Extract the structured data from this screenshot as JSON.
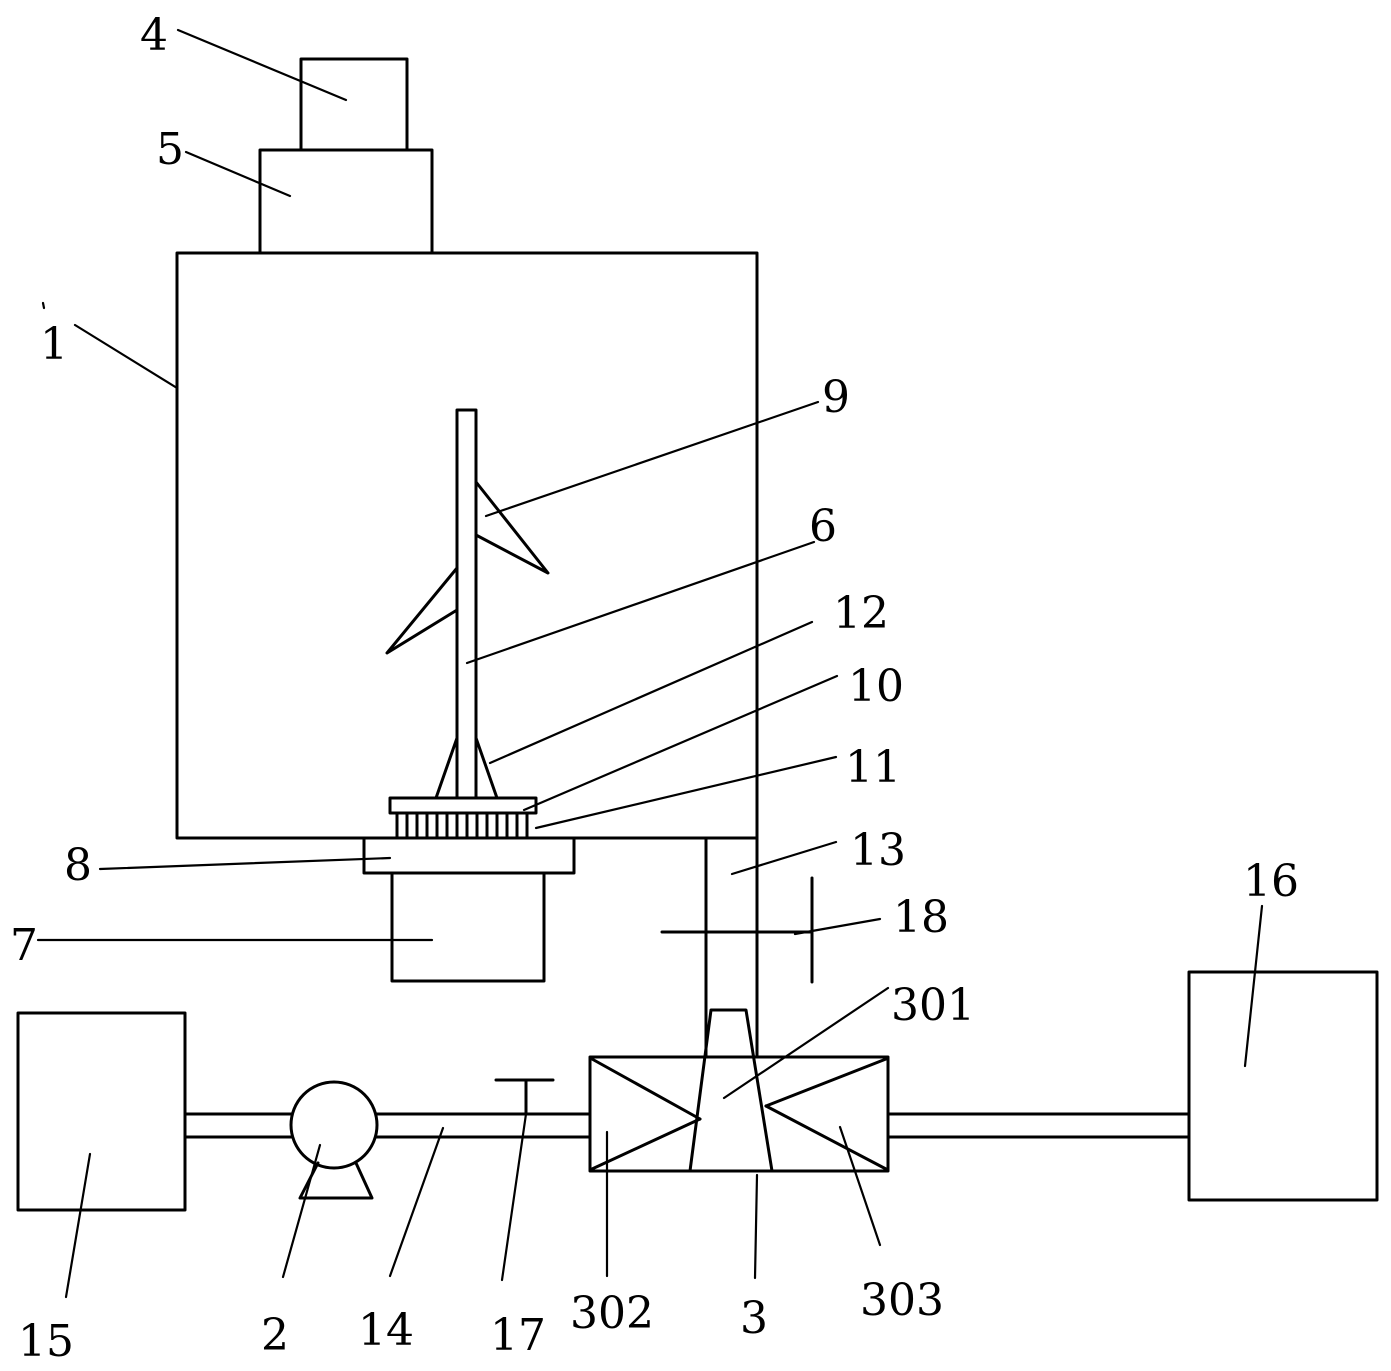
{
  "labels": {
    "l1": "1",
    "l2": "2",
    "l3": "3",
    "l4": "4",
    "l5": "5",
    "l6": "6",
    "l7": "7",
    "l8": "8",
    "l9": "9",
    "l10": "10",
    "l11": "11",
    "l12": "12",
    "l13": "13",
    "l14": "14",
    "l15": "15",
    "l16": "16",
    "l17": "17",
    "l18": "18",
    "l301": "301",
    "l302": "302",
    "l303": "303"
  }
}
